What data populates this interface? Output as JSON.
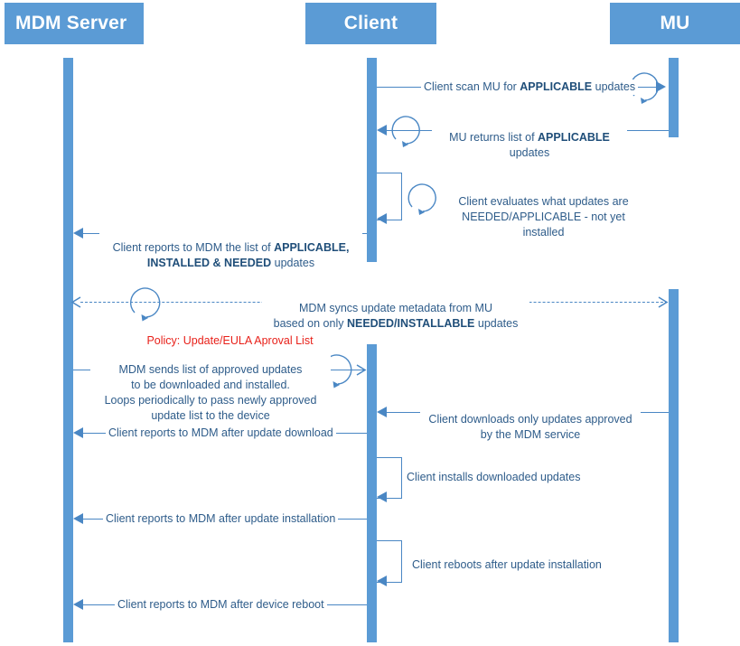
{
  "diagram": {
    "title": "MDM / Client / MU update sequence",
    "colors": {
      "participant_fill": "#5B9BD5",
      "participant_text": "#FFFFFF",
      "lifeline": "#5B9BD5",
      "arrow": "#4A87C4",
      "message_text": "#2E5C8A",
      "emphasis_text": "#1F4E79",
      "policy_text": "#E8211A",
      "background": "#FFFFFF"
    }
  },
  "participants": [
    {
      "id": "mdm",
      "label": "MDM Server"
    },
    {
      "id": "client",
      "label": "Client"
    },
    {
      "id": "mu",
      "label": "MU"
    }
  ],
  "messages": [
    {
      "id": "m1",
      "from": "client",
      "to": "mu",
      "direction": "right",
      "style": "solid",
      "has_loop_icon": true,
      "text_plain": "Client scan MU for APPLICABLE updates",
      "text_parts": [
        {
          "t": "Client scan MU for ",
          "b": false
        },
        {
          "t": "APPLICABLE",
          "b": true
        },
        {
          "t": " updates",
          "b": false
        }
      ]
    },
    {
      "id": "m2",
      "from": "mu",
      "to": "client",
      "direction": "left",
      "style": "solid",
      "has_loop_icon": true,
      "text_plain": "MU returns list of APPLICABLE updates",
      "text_parts": [
        {
          "t": "MU returns list of ",
          "b": false
        },
        {
          "t": "APPLICABLE",
          "b": true
        },
        {
          "t": "\nupdates",
          "b": false
        }
      ]
    },
    {
      "id": "m3",
      "from": "client",
      "to": "client",
      "direction": "self",
      "style": "solid",
      "has_loop_icon": true,
      "text_plain": "Client evaluates what updates are NEEDED/APPLICABLE - not yet installed",
      "text_parts": [
        {
          "t": "Client evaluates what updates are\nNEEDED/APPLICABLE - not yet installed",
          "b": false
        }
      ]
    },
    {
      "id": "m4",
      "from": "client",
      "to": "mdm",
      "direction": "left",
      "style": "solid",
      "has_loop_icon": false,
      "text_plain": "Client reports to MDM the list of APPLICABLE, INSTALLED & NEEDED updates",
      "text_parts": [
        {
          "t": "Client reports to MDM the list of ",
          "b": false
        },
        {
          "t": "APPLICABLE,",
          "b": true
        },
        {
          "t": "\n",
          "b": false
        },
        {
          "t": "INSTALLED & NEEDED",
          "b": true
        },
        {
          "t": " updates",
          "b": false
        }
      ]
    },
    {
      "id": "m5",
      "from": "mdm",
      "to": "mu",
      "direction": "both",
      "style": "dashed",
      "has_loop_icon": true,
      "text_plain": "MDM syncs update metadata from MU based on only NEEDED/INSTALLABLE updates",
      "text_parts": [
        {
          "t": "MDM syncs update metadata from MU\nbased on only ",
          "b": false
        },
        {
          "t": "NEEDED/INSTALLABLE",
          "b": true
        },
        {
          "t": " updates",
          "b": false
        }
      ]
    },
    {
      "id": "m6",
      "from": "mdm",
      "to": "client",
      "direction": "right",
      "style": "solid",
      "has_loop_icon": true,
      "policy_header": "Policy: Update/EULA Aproval List",
      "text_plain": "MDM sends list of approved updates to be downloaded and installed. Loops periodically to pass newly approved update list to the device",
      "text_parts": [
        {
          "t": "MDM sends list of approved updates\nto be downloaded and installed.\nLoops periodically to pass newly approved\nupdate list to the device",
          "b": false
        }
      ]
    },
    {
      "id": "m7",
      "from": "mu",
      "to": "client",
      "direction": "left",
      "style": "solid",
      "has_loop_icon": false,
      "text_plain": "Client downloads only updates approved by the MDM service",
      "text_parts": [
        {
          "t": "Client downloads only updates approved\nby the MDM service",
          "b": false
        }
      ]
    },
    {
      "id": "m8",
      "from": "client",
      "to": "mdm",
      "direction": "left",
      "style": "solid",
      "has_loop_icon": false,
      "text_plain": "Client reports to MDM after update download",
      "text_parts": [
        {
          "t": "Client reports to MDM after update download",
          "b": false
        }
      ]
    },
    {
      "id": "m9",
      "from": "client",
      "to": "client",
      "direction": "self",
      "style": "solid",
      "has_loop_icon": false,
      "text_plain": "Client installs downloaded updates",
      "text_parts": [
        {
          "t": "Client installs downloaded updates",
          "b": false
        }
      ]
    },
    {
      "id": "m10",
      "from": "client",
      "to": "mdm",
      "direction": "left",
      "style": "solid",
      "has_loop_icon": false,
      "text_plain": "Client reports to MDM after update installation",
      "text_parts": [
        {
          "t": "Client reports to MDM after update installation",
          "b": false
        }
      ]
    },
    {
      "id": "m11",
      "from": "client",
      "to": "client",
      "direction": "self",
      "style": "solid",
      "has_loop_icon": false,
      "text_plain": "Client reboots after update installation",
      "text_parts": [
        {
          "t": "Client reboots after update installation",
          "b": false
        }
      ]
    },
    {
      "id": "m12",
      "from": "client",
      "to": "mdm",
      "direction": "left",
      "style": "solid",
      "has_loop_icon": false,
      "text_plain": "Client reports to MDM after device reboot",
      "text_parts": [
        {
          "t": "Client reports to MDM after device reboot",
          "b": false
        }
      ]
    }
  ]
}
